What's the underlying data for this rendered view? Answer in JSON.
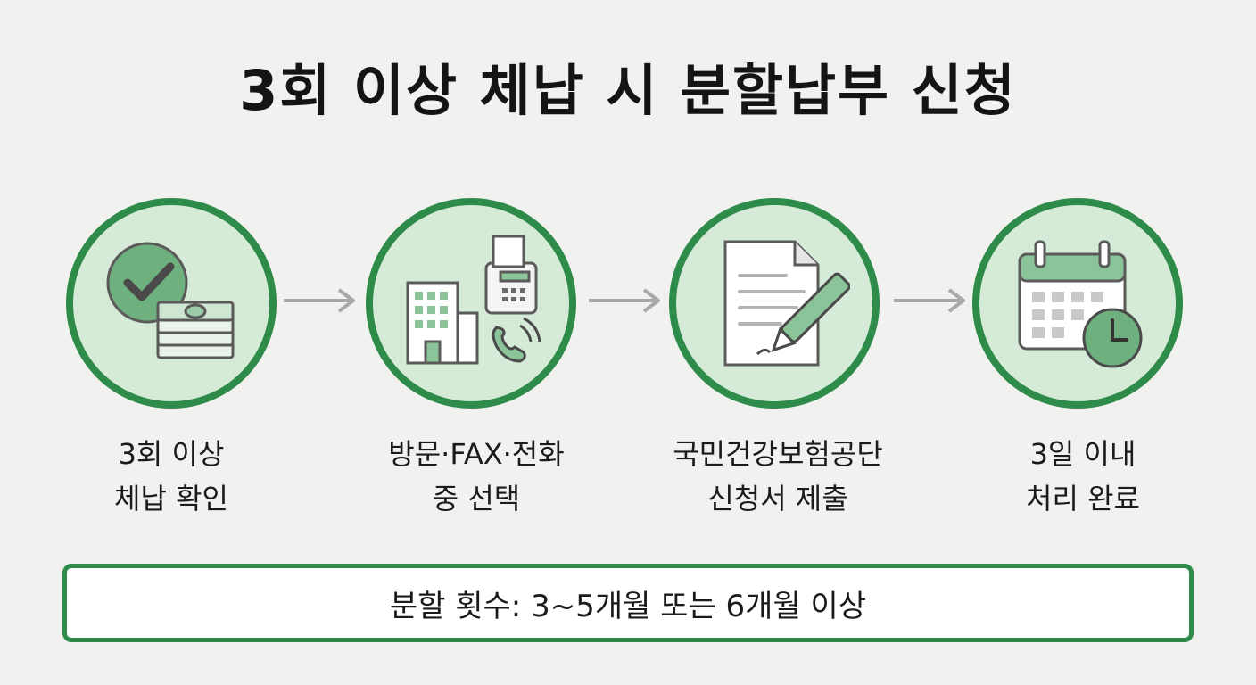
{
  "title": "3회 이상 체납 시 분할납부 신청",
  "colors": {
    "accent": "#2e8b4a",
    "circle_fill": "#d6ead8",
    "background": "#f1f1ef"
  },
  "steps": [
    {
      "icon": "check-money-icon",
      "line1": "3회 이상",
      "line2": "체납 확인"
    },
    {
      "icon": "building-fax-phone-icon",
      "line1": "방문·FAX·전화",
      "line2": "중 선택"
    },
    {
      "icon": "document-pen-icon",
      "line1": "국민건강보험공단",
      "line2": "신청서 제출"
    },
    {
      "icon": "calendar-clock-icon",
      "line1": "3일 이내",
      "line2": "처리 완료"
    }
  ],
  "footer": "분할 횟수: 3~5개월 또는 6개월 이상"
}
